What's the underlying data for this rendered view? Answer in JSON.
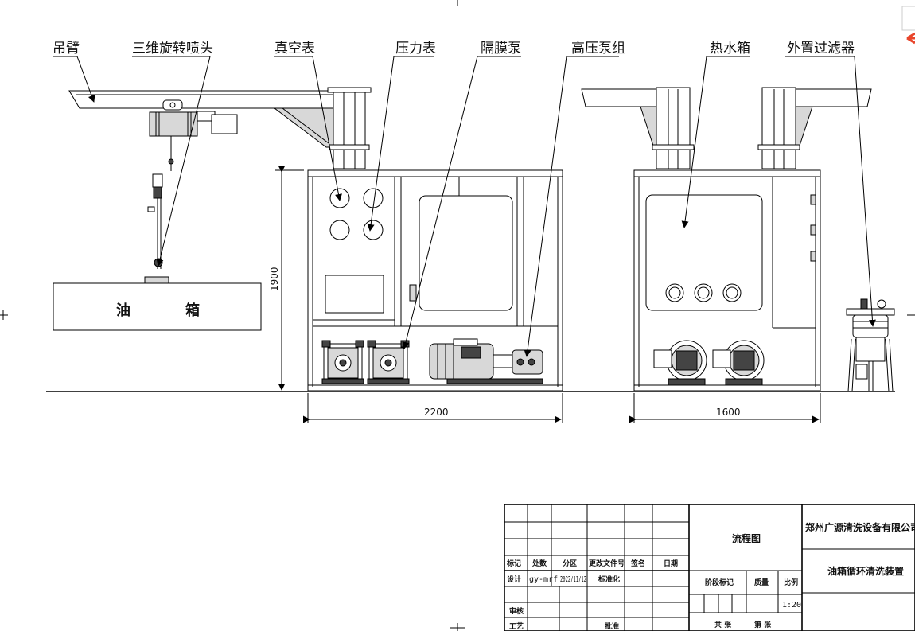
{
  "labels": {
    "boom": "吊臂",
    "nozzle": "三维旋转喷头",
    "vacuum_gauge": "真空表",
    "pressure_gauge": "压力表",
    "diaphragm_pump": "隔膜泵",
    "hp_pump_group": "高压泵组",
    "hot_water_tank": "热水箱",
    "external_filter": "外置过滤器"
  },
  "tank": {
    "char1": "油",
    "char2": "箱"
  },
  "dimensions": {
    "height": "1900",
    "width_left": "2200",
    "width_right": "1600"
  },
  "title_block": {
    "h_mark": "标记",
    "h_count": "处数",
    "h_zone": "分区",
    "h_doc": "更改文件号",
    "h_sign": "签名",
    "h_date": "日期",
    "design": "设计",
    "designer": "gy-mrf",
    "design_date": "2022/11/12",
    "standard": "标准化",
    "review": "审核",
    "process": "工艺",
    "approve": "批准",
    "drawing_name": "流程图",
    "stage_mark": "阶段标记",
    "weight": "质量",
    "ratio": "比例",
    "ratio_value": "1:20",
    "total_sheets": "共  张",
    "sheet_no": "第  张",
    "company": "郑州广源清洗设备有限公司",
    "product": "油箱循环清洗装置"
  }
}
